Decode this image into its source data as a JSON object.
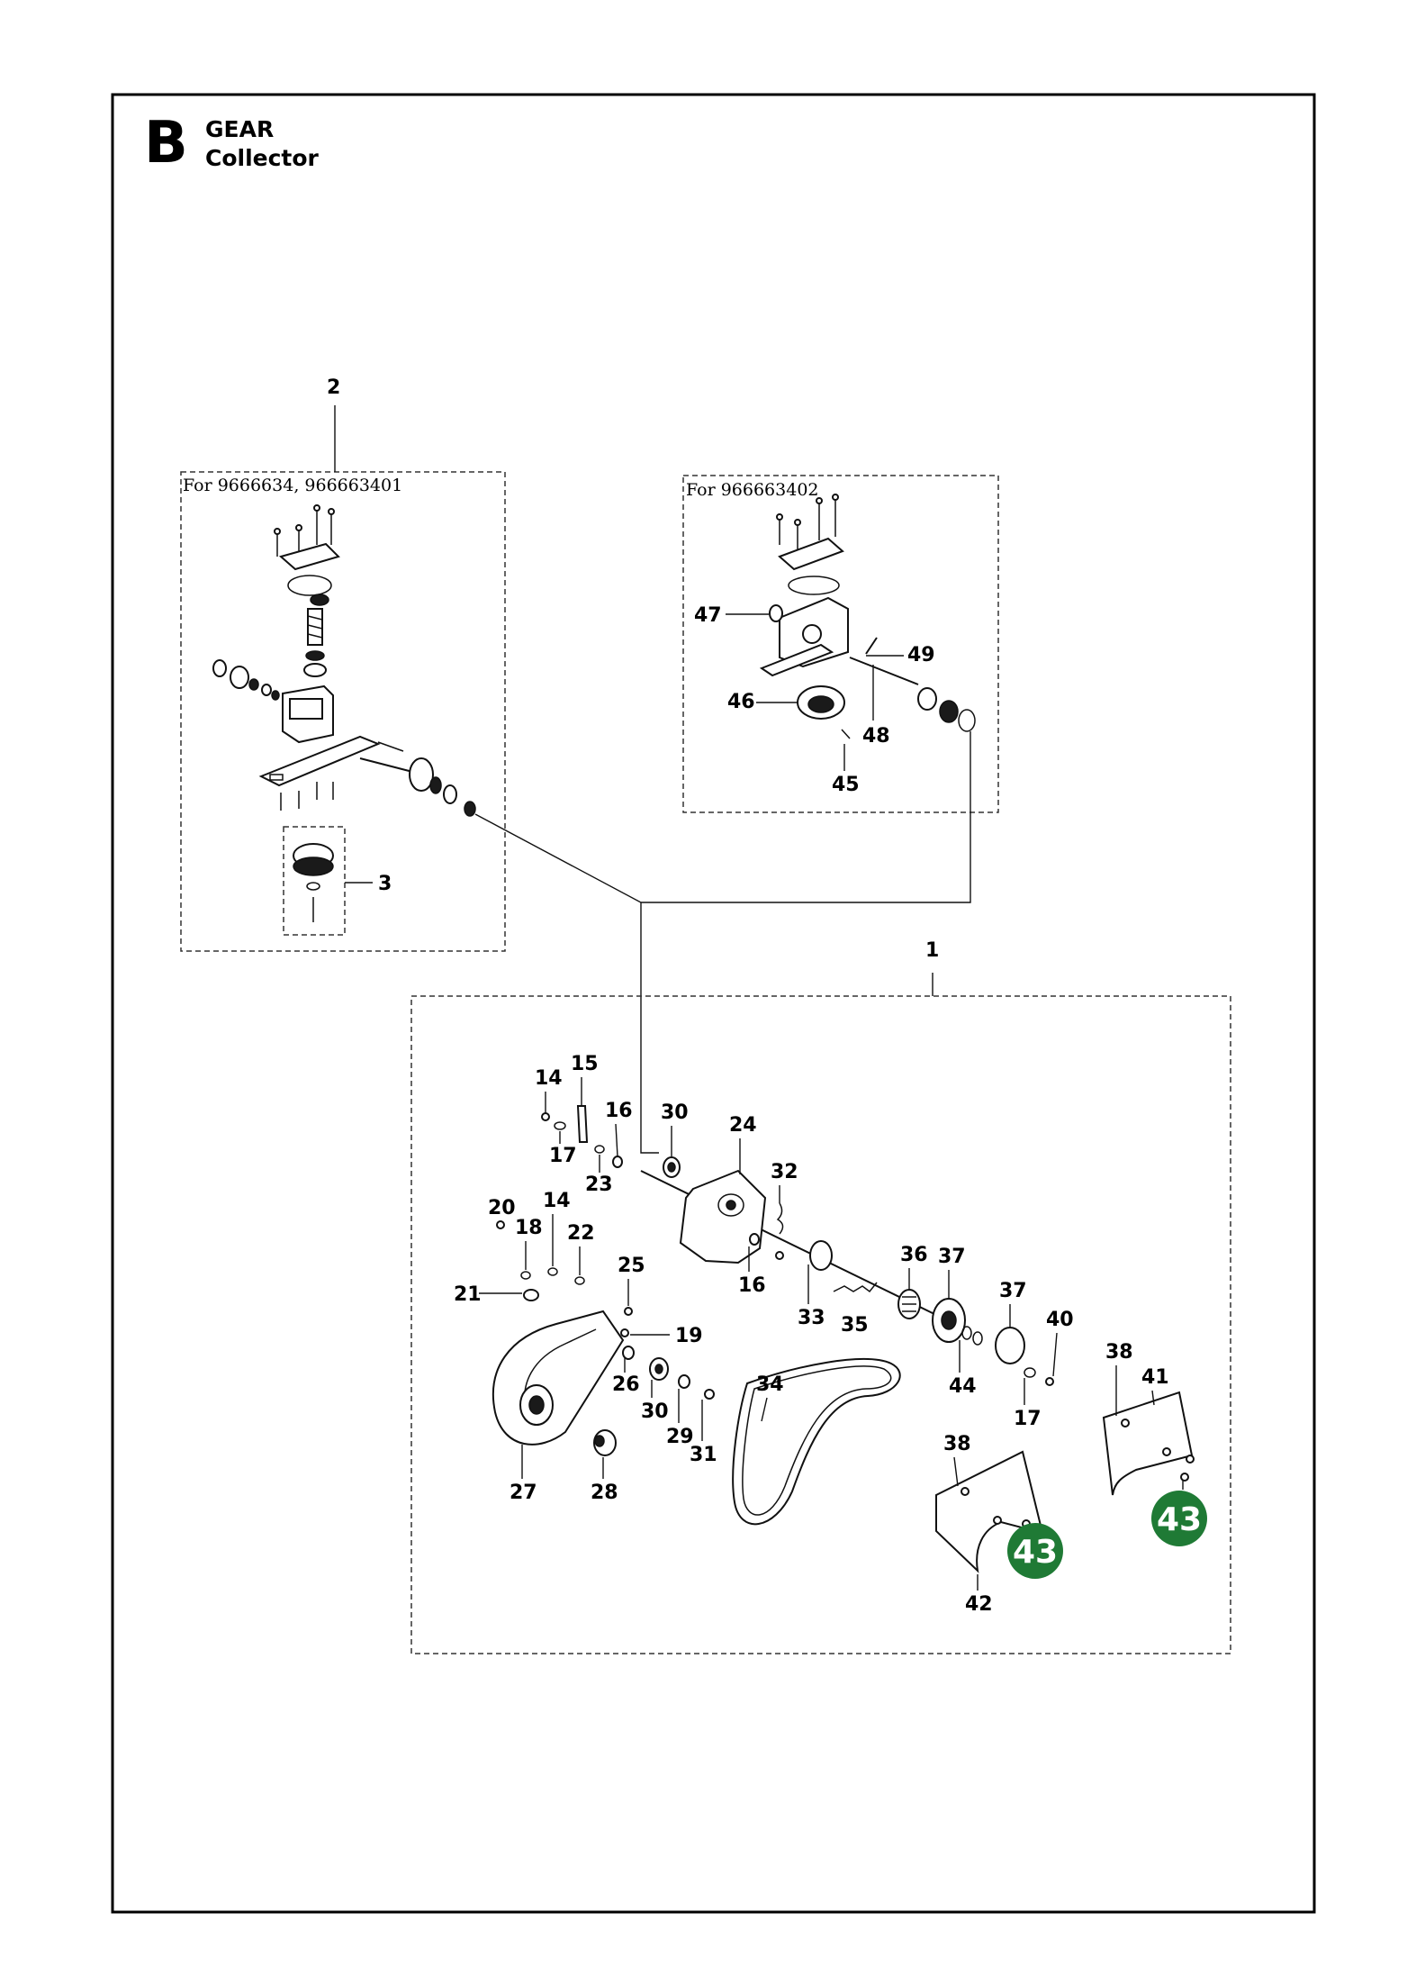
{
  "header": {
    "section_letter": "B",
    "title_line1": "GEAR",
    "title_line2": "Collector"
  },
  "assemblies": {
    "box2_caption": "For 9666634, 966663401",
    "box2_number": "2",
    "box3_number": "3",
    "box_alt_caption": "For 966663402",
    "box1_number": "1"
  },
  "part_labels": {
    "p47": "47",
    "p49": "49",
    "p46": "46",
    "p48": "48",
    "p45": "45",
    "p14a": "14",
    "p15": "15",
    "p16a": "16",
    "p30a": "30",
    "p24": "24",
    "p17a": "17",
    "p23": "23",
    "p32": "32",
    "p20": "20",
    "p14b": "14",
    "p18": "18",
    "p22": "22",
    "p25": "25",
    "p21": "21",
    "p16b": "16",
    "p36": "36",
    "p37a": "37",
    "p37b": "37",
    "p40": "40",
    "p19": "19",
    "p33": "33",
    "p35": "35",
    "p38a": "38",
    "p41": "41",
    "p26": "26",
    "p34": "34",
    "p44": "44",
    "p30b": "30",
    "p29": "29",
    "p31": "31",
    "p17b": "17",
    "p38b": "38",
    "p27": "27",
    "p28": "28",
    "p42": "42"
  },
  "badges": {
    "badge_a": "43",
    "badge_b": "43"
  },
  "colors": {
    "badge": "#1f7a35",
    "line": "#111111",
    "border": "#000000"
  }
}
